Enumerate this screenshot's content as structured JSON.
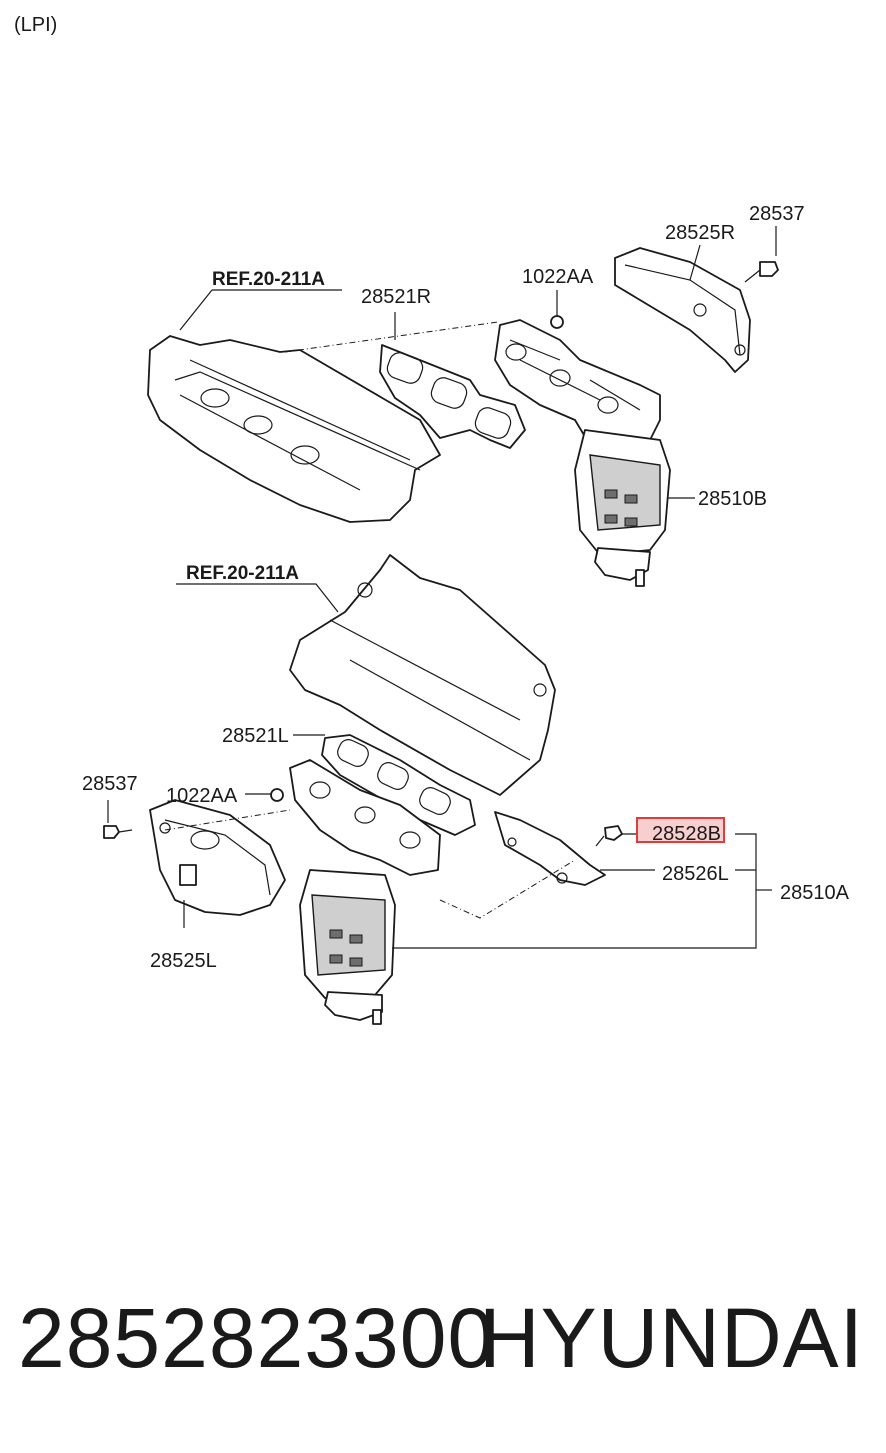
{
  "header": {
    "variant": "(LPI)"
  },
  "refs": {
    "upper": "REF.20-211A",
    "lower": "REF.20-211A"
  },
  "labels": {
    "p28537_right": "28537",
    "p28525R": "28525R",
    "p1022AA_right": "1022AA",
    "p28521R": "28521R",
    "p28510B": "28510B",
    "p28521L": "28521L",
    "p28537_left": "28537",
    "p1022AA_left": "1022AA",
    "p28528B": "28528B",
    "p28526L": "28526L",
    "p28510A": "28510A",
    "p28525L": "28525L"
  },
  "highlight": {
    "part": "28528B",
    "color": "#e23b3b",
    "fill": "#f7cfcf"
  },
  "footer": {
    "part_number": "2852823300",
    "brand": "HYUNDAI"
  }
}
